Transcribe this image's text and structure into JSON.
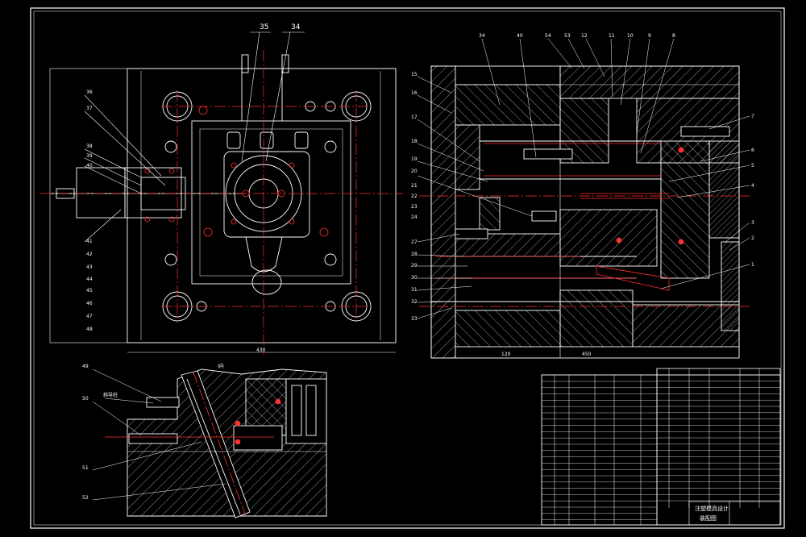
{
  "drawing": {
    "front_view": {
      "top_callouts": [
        "35",
        "34"
      ],
      "left_callouts": [
        "36",
        "37",
        "38",
        "39",
        "40",
        "41",
        "42",
        "43",
        "44",
        "45",
        "46",
        "47",
        "48"
      ],
      "dimension_bottom": "430"
    },
    "section_view": {
      "top_callouts": [
        "34",
        "40",
        "54",
        "53",
        "12",
        "11",
        "10",
        "9",
        "8"
      ],
      "left_callouts": [
        "15",
        "16",
        "17",
        "18",
        "19",
        "20",
        "21",
        "22",
        "23",
        "24",
        "27",
        "28",
        "29",
        "30",
        "31",
        "32",
        "33"
      ],
      "right_callouts": [
        "7",
        "6",
        "5",
        "4",
        "3",
        "2",
        "1"
      ],
      "dimension_bottom_left": "120",
      "dimension_bottom_right": "450"
    },
    "detail_view": {
      "label": "I向",
      "left_callouts": [
        "49",
        "50",
        "51",
        "52"
      ],
      "annotation": "斜导柱"
    },
    "title_block": {
      "drawing_name": "注塑模具设计",
      "subtitle": "装配图"
    }
  }
}
